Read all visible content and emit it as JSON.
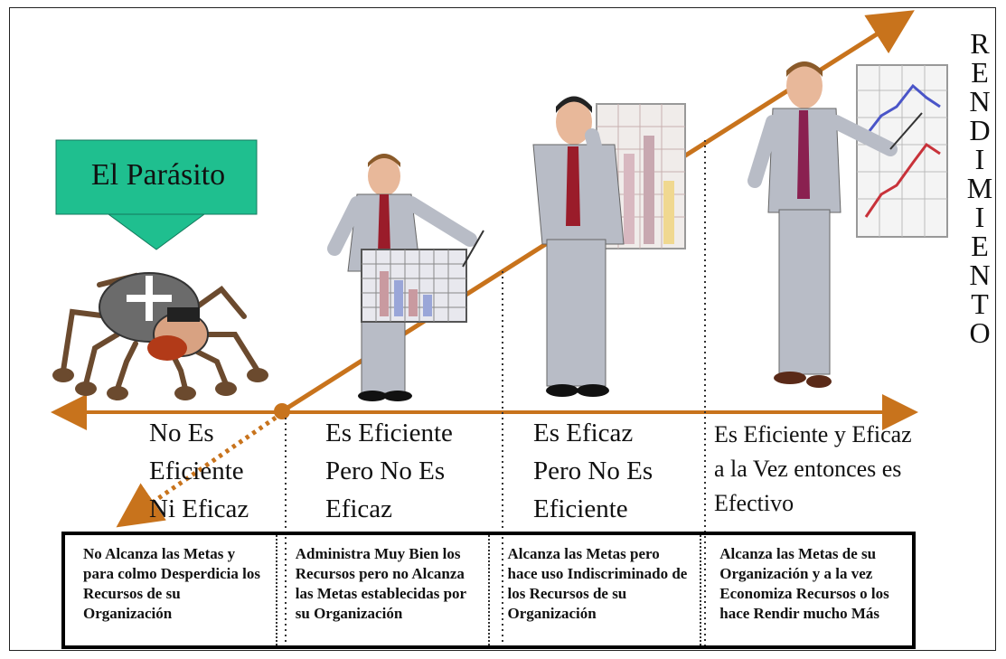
{
  "callout": {
    "label": "El Parásito"
  },
  "axis_label": "RENDIMIENTO",
  "categories": [
    {
      "lines": [
        "No Es",
        "Eficiente",
        "Ni Eficaz"
      ]
    },
    {
      "lines": [
        "Es Eficiente",
        "Pero No Es",
        "Eficaz"
      ]
    },
    {
      "lines": [
        "Es Eficaz",
        "Pero No Es",
        "Eficiente"
      ]
    },
    {
      "lines": [
        "Es Eficiente y Eficaz",
        "a la Vez entonces es",
        "Efectivo"
      ]
    }
  ],
  "descriptions": [
    "No Alcanza las Metas y para colmo Desperdicia los Recursos de su Organización",
    "Administra Muy Bien los Recursos pero no Alcanza las Metas establecidas por su Organización",
    "Alcanza las Metas pero hace uso Indiscriminado de los Recursos de su Organización",
    "Alcanza las Metas de su Organización y a la vez Economiza Recursos o los hace Rendir mucho Más"
  ],
  "colors": {
    "arrow": "#c8731c",
    "callout": "#1fbf8f",
    "suit": "#b8bcc6",
    "tie": "#9a1c2a",
    "chart_blue": "#4a55c8",
    "chart_red": "#c8323a"
  },
  "icons": [
    "spider-parasite-icon",
    "presenter-chart-icon",
    "thinker-icon",
    "presenter-rising-chart-icon"
  ]
}
